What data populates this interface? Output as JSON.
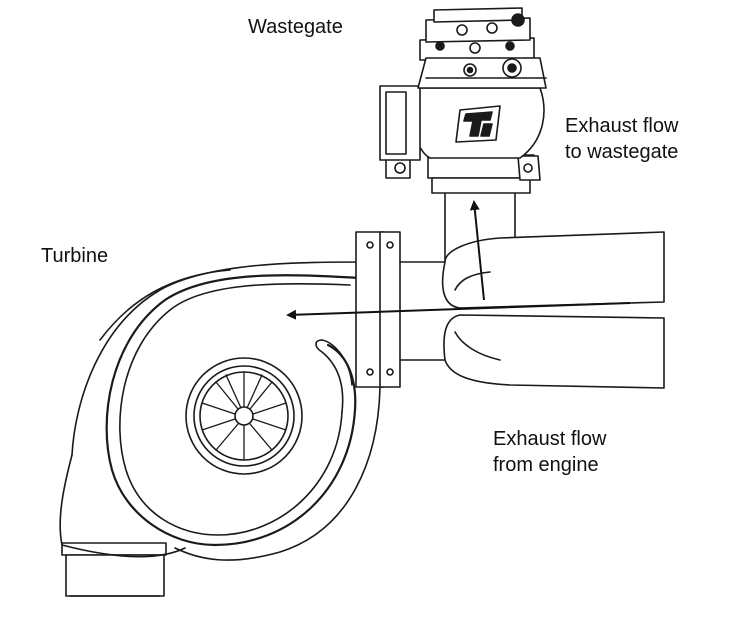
{
  "labels": {
    "wastegate": "Wastegate",
    "turbine": "Turbine",
    "exhaust_to_wastegate": [
      "Exhaust flow",
      "to wastegate"
    ],
    "exhaust_from_engine": [
      "Exhaust flow",
      "from engine"
    ]
  },
  "colors": {
    "line": "#1a1a1a",
    "background": "#ffffff"
  },
  "icons": {
    "wastegate_logo": "tial-logo"
  }
}
